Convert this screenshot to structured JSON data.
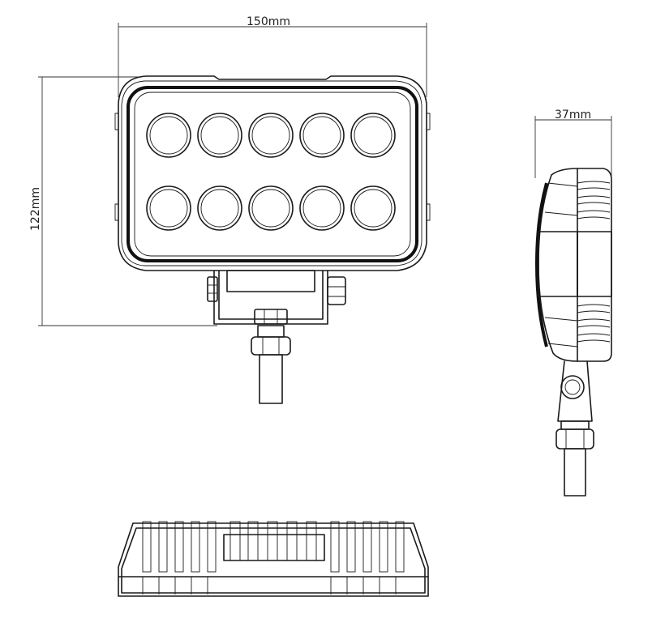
{
  "dimensions": {
    "width_label": "150mm",
    "height_label": "122mm",
    "depth_label": "37mm"
  },
  "led_count": 10,
  "colors": {
    "line": "#1a1a1a",
    "background": "#ffffff"
  }
}
